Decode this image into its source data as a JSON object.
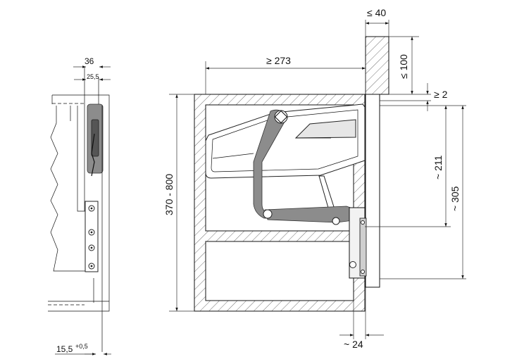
{
  "dimensions": {
    "left_width_top": "36",
    "left_width_inner": "25,5",
    "left_bottom_base": "15,5",
    "left_bottom_tol": "+0,5",
    "depth_min": "≥ 273",
    "door_max": "≤ 40",
    "gap_above_max": "≤ 100",
    "gap_min": "≥ 2",
    "height_range": "370 - 800",
    "pivot_height": "~ 211",
    "total_height": "~ 305",
    "offset_bottom": "~ 24"
  }
}
